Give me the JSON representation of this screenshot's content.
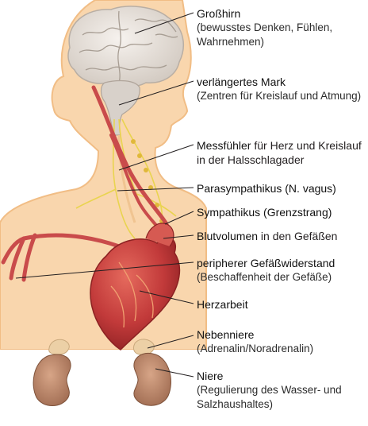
{
  "labels": {
    "grosshirn": {
      "title": "Großhirn",
      "sub": "(bewusstes Denken, Fühlen, Wahrnehmen)"
    },
    "mark": {
      "title": "verlängertes Mark",
      "sub": "(Zentren für Kreislauf und Atmung)"
    },
    "messfuehler": {
      "title": "Messfühler",
      "rest": " für Herz und Kreislauf in der Halsschlagader"
    },
    "parasympathikus": {
      "title": "Parasympathikus (N. vagus)"
    },
    "sympathikus": {
      "title": "Sympathikus (Grenzstrang)"
    },
    "blutvolumen": {
      "title": "Blutvolumen",
      "rest": " in den Gefäßen"
    },
    "gefaess": {
      "title": "peripherer Gefäßwiderstand",
      "sub": "(Beschaffenheit der Gefäße)"
    },
    "herzarbeit": {
      "title": "Herzarbeit"
    },
    "nebenniere": {
      "title": "Nebenniere",
      "sub": "(Adrenalin/Noradrenalin)"
    },
    "niere": {
      "title": "Niere",
      "sub": "(Regulierung des Wasser- und Salzhaushaltes)"
    }
  },
  "colors": {
    "skin": "#f9d6ad",
    "skin_edge": "#f3c089",
    "brain": "#ece6e0",
    "artery": "#c94b4b",
    "heart": "#c23a3a",
    "nerve": "#e8d24a",
    "kidney": "#b98466",
    "adrenal": "#e9c89a",
    "leader": "#231f20"
  }
}
